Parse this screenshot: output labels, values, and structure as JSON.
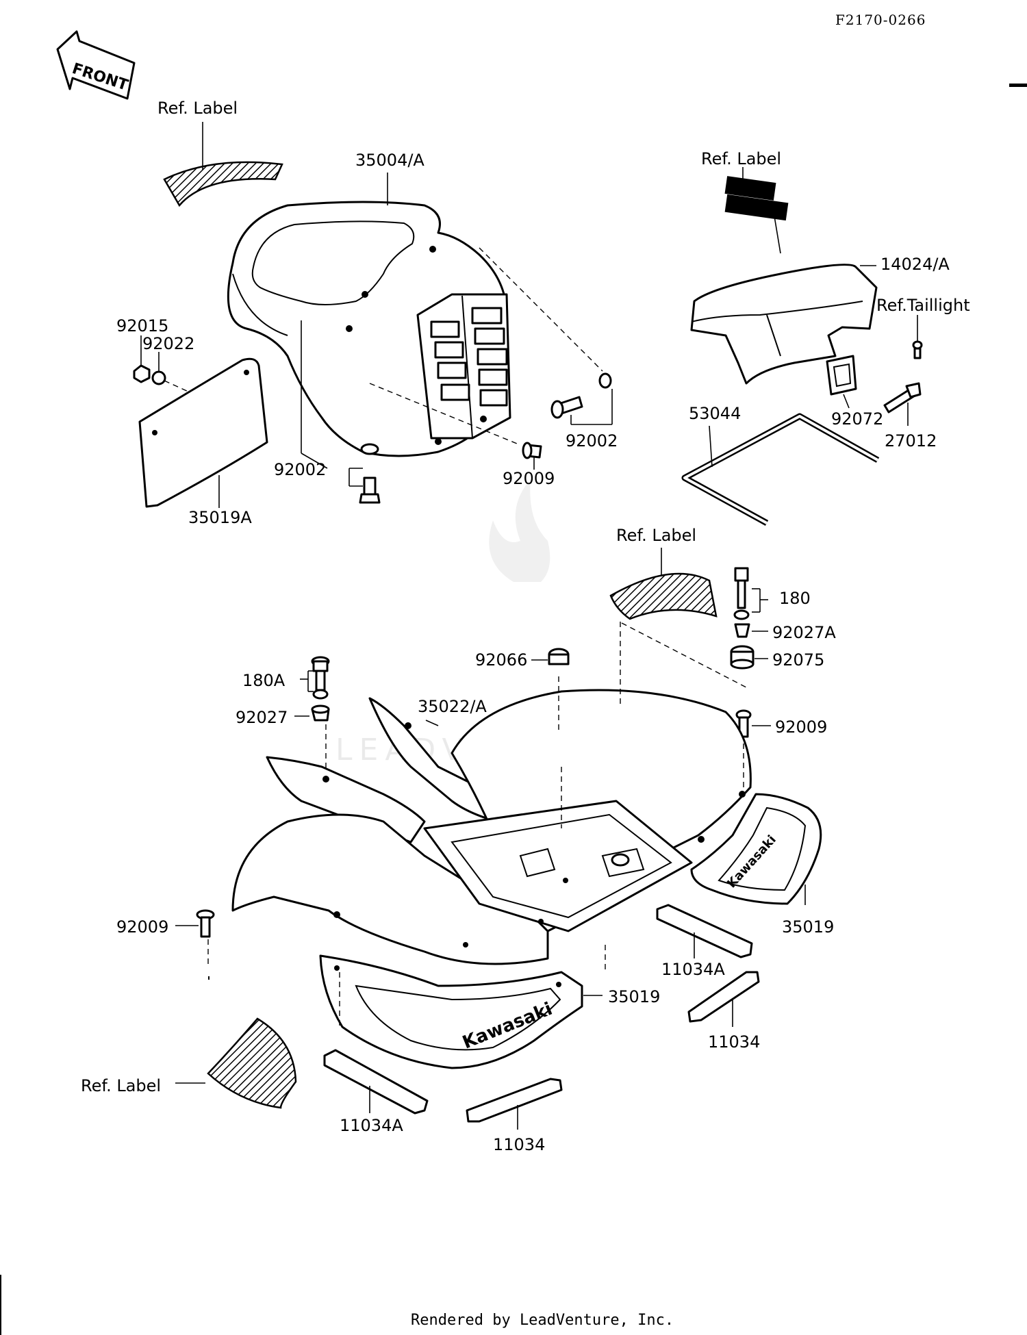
{
  "diagram_code": "F2170-0266",
  "front_arrow": "FRONT",
  "brand_text": "Kawasaki",
  "footer": "Rendered by LeadVenture, Inc.",
  "watermark": "LEADVENTURE",
  "labels": {
    "ref_label_top": "Ref. Label",
    "p35004A": "35004/A",
    "ref_label_right": "Ref. Label",
    "p14024A": "14024/A",
    "ref_taillight": "Ref.Taillight",
    "p92015": "92015",
    "p92022": "92022",
    "p92002_right": "92002",
    "p53044": "53044",
    "p92072": "92072",
    "p27012": "27012",
    "p92002_left": "92002",
    "p92009_top": "92009",
    "p35019A": "35019A",
    "ref_label_mid": "Ref. Label",
    "p180": "180",
    "p92027A": "92027A",
    "p92066": "92066",
    "p92075": "92075",
    "p180A": "180A",
    "p35022A": "35022/A",
    "p92027": "92027",
    "p92009_right": "92009",
    "p92009_left": "92009",
    "p35019_right": "35019",
    "p11034A_right": "11034A",
    "p35019_bottom": "35019",
    "p11034_right": "11034",
    "ref_label_bottom": "Ref. Label",
    "p11034A_bottom": "11034A",
    "p11034_bottom": "11034"
  }
}
